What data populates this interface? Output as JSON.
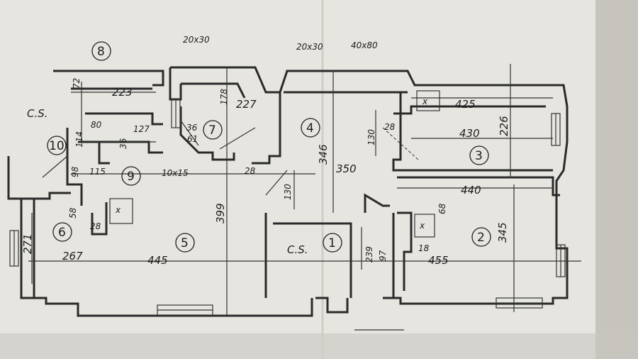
{
  "rooms": [
    {
      "number": "1",
      "area": "",
      "dimensions": []
    },
    {
      "number": "2",
      "dims": [
        "455",
        "345"
      ]
    },
    {
      "number": "3",
      "dims": [
        "430",
        "226"
      ]
    },
    {
      "number": "4",
      "dims": [
        "350",
        "346"
      ]
    },
    {
      "number": "5",
      "dims": [
        "445",
        "399"
      ]
    },
    {
      "number": "6",
      "dims": [
        "267",
        "271"
      ]
    },
    {
      "number": "7",
      "dims": [
        "227",
        "178"
      ]
    },
    {
      "number": "8",
      "dims": [
        "223",
        "72"
      ]
    },
    {
      "number": "9",
      "dims": []
    },
    {
      "number": "10",
      "dims": []
    }
  ],
  "labels": {
    "cs_left": "C.S.",
    "cs_center": "C.S.",
    "window_1": "10x15",
    "header_1": "20x30",
    "header_2": "20x30",
    "header_3": "40x80"
  },
  "dimensions": {
    "d425": "425",
    "d440": "440",
    "d130a": "130",
    "d130b": "130",
    "d28a": "28",
    "d28b": "28",
    "d28c": "28",
    "d239": "239",
    "d97": "97",
    "d18": "18",
    "d68": "68",
    "d58": "58",
    "d98": "98",
    "d115": "115",
    "d80": "80",
    "d36a": "36",
    "d36b": "36",
    "d127": "127",
    "d114": "114",
    "d61": "61"
  }
}
